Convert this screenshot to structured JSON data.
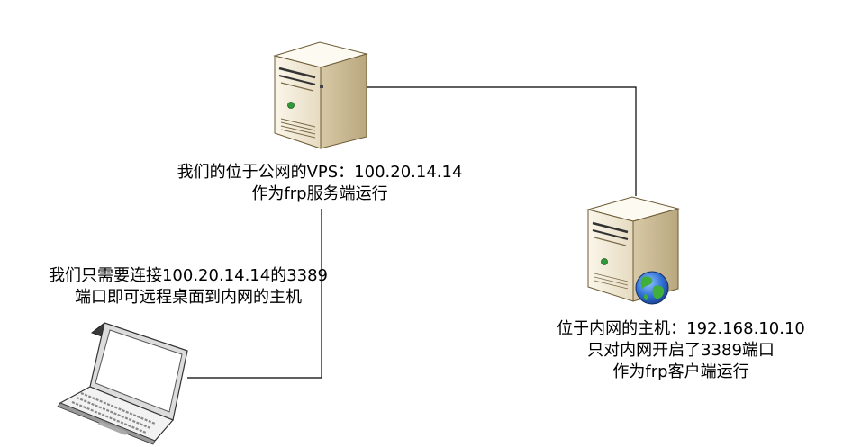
{
  "vps": {
    "line1": "我们的位于公网的VPS：100.20.14.14",
    "line2": "作为frp服务端运行"
  },
  "laptop": {
    "line1": "我们只需要连接100.20.14.14的3389",
    "line2": "端口即可远程桌面到内网的主机"
  },
  "internal_host": {
    "line1": "位于内网的主机：192.168.10.10",
    "line2": "只对内网开启了3389端口",
    "line3": "作为frp客户端运行"
  },
  "colors": {
    "connector": "#000000",
    "server_light": "#f3ecda",
    "server_mid": "#e3d6b8",
    "server_dark": "#b9a77e",
    "globe_blue": "#2f6fd3",
    "globe_green": "#3fae3a"
  },
  "icons": [
    "server-icon",
    "laptop-icon",
    "globe-icon"
  ]
}
